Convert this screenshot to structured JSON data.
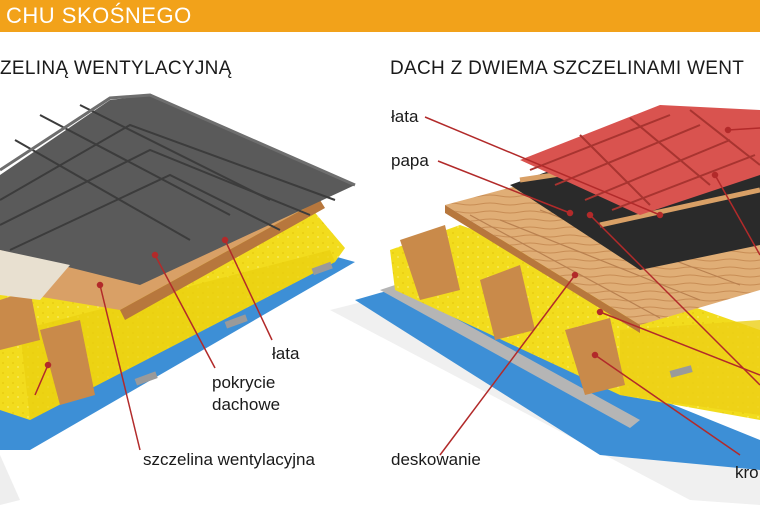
{
  "header": {
    "banner_title": "CHU SKOŚNEGO",
    "accent_color": "#f2a21a"
  },
  "left_diagram": {
    "heading": "ZELINĄ WENTYLACYJNĄ",
    "labels": {
      "lata": "łata",
      "pokrycie_line1": "pokrycie",
      "pokrycie_line2": "dachowe",
      "szczelina": "szczelina wentylacyjna"
    }
  },
  "right_diagram": {
    "heading": "DACH Z DWIEMA SZCZELINAMI WENT",
    "labels": {
      "lata": "łata",
      "papa": "papa",
      "deskowanie": "deskowanie",
      "kro": "kro"
    }
  },
  "colors": {
    "insulation": "#f4e11e",
    "wood": "#d9a066",
    "membrane_blue": "#3d8fd6",
    "roof_grey": "#5a5a5a",
    "roof_red": "#d9534f",
    "leader_line": "#b22a2a"
  }
}
